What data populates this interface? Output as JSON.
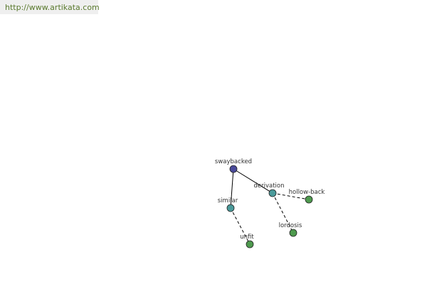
{
  "header": {
    "url": "http://www.artikata.com"
  },
  "colors": {
    "url_text": "#5a7a2e",
    "root_node": "#4a4a9a",
    "relation_node": "#4a9a9a",
    "leaf_node": "#4e9a4e",
    "solid_edge": "#000000",
    "dashed_edge": "#000000"
  },
  "graph": {
    "nodes": [
      {
        "id": "swaybacked",
        "label": "swaybacked",
        "kind": "root"
      },
      {
        "id": "similar",
        "label": "similar",
        "kind": "relation"
      },
      {
        "id": "derivation",
        "label": "derivation",
        "kind": "relation"
      },
      {
        "id": "unfit",
        "label": "unfit",
        "kind": "leaf"
      },
      {
        "id": "lordosis",
        "label": "lordosis",
        "kind": "leaf"
      },
      {
        "id": "hollow-back",
        "label": "hollow-back",
        "kind": "leaf"
      }
    ],
    "edges": [
      {
        "from": "swaybacked",
        "to": "similar",
        "style": "solid"
      },
      {
        "from": "swaybacked",
        "to": "derivation",
        "style": "solid"
      },
      {
        "from": "similar",
        "to": "unfit",
        "style": "dashed"
      },
      {
        "from": "derivation",
        "to": "lordosis",
        "style": "dashed"
      },
      {
        "from": "derivation",
        "to": "hollow-back",
        "style": "dashed"
      }
    ]
  }
}
